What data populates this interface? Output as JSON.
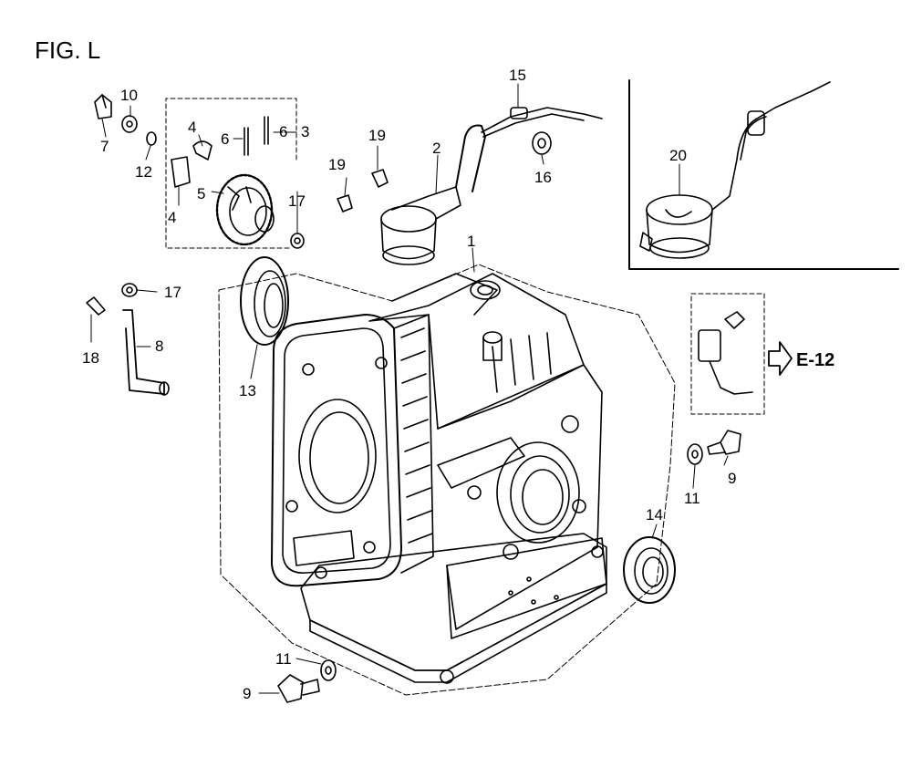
{
  "figure": {
    "title": "FIG. L",
    "reference_label": "E-12"
  },
  "callouts": [
    {
      "id": "c1",
      "text": "1"
    },
    {
      "id": "c2",
      "text": "2"
    },
    {
      "id": "c3",
      "text": "3"
    },
    {
      "id": "c4a",
      "text": "4"
    },
    {
      "id": "c4b",
      "text": "4"
    },
    {
      "id": "c5",
      "text": "5"
    },
    {
      "id": "c6a",
      "text": "6"
    },
    {
      "id": "c6b",
      "text": "6"
    },
    {
      "id": "c7",
      "text": "7"
    },
    {
      "id": "c8",
      "text": "8"
    },
    {
      "id": "c9a",
      "text": "9"
    },
    {
      "id": "c9b",
      "text": "9"
    },
    {
      "id": "c10",
      "text": "10"
    },
    {
      "id": "c11a",
      "text": "11"
    },
    {
      "id": "c11b",
      "text": "11"
    },
    {
      "id": "c12",
      "text": "12"
    },
    {
      "id": "c13",
      "text": "13"
    },
    {
      "id": "c14",
      "text": "14"
    },
    {
      "id": "c15",
      "text": "15"
    },
    {
      "id": "c16",
      "text": "16"
    },
    {
      "id": "c17a",
      "text": "17"
    },
    {
      "id": "c17b",
      "text": "17"
    },
    {
      "id": "c18",
      "text": "18"
    },
    {
      "id": "c19a",
      "text": "19"
    },
    {
      "id": "c19b",
      "text": "19"
    },
    {
      "id": "c20",
      "text": "20"
    }
  ]
}
